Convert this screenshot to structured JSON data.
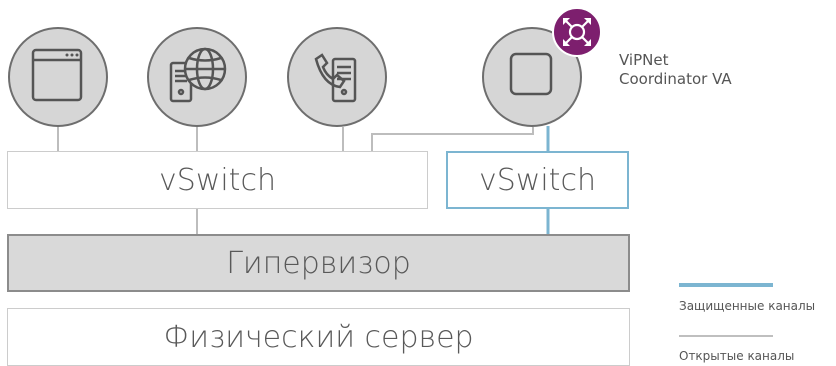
{
  "vswitch_left": "vSwitch",
  "vswitch_right": "vSwitch",
  "hypervisor": "Гипервизор",
  "physical_server": "Физический сервер",
  "coordinator": {
    "line1": "ViPNet",
    "line2": "Coordinator VA"
  },
  "legend": {
    "secure": "Защищенные каналы",
    "open": "Открытые каналы"
  },
  "colors": {
    "secure_channel": "#7cb5d1",
    "open_channel": "#bfbfbf",
    "badge": "#7d1f6e",
    "hypervisor_fill": "#d9d9d9"
  }
}
